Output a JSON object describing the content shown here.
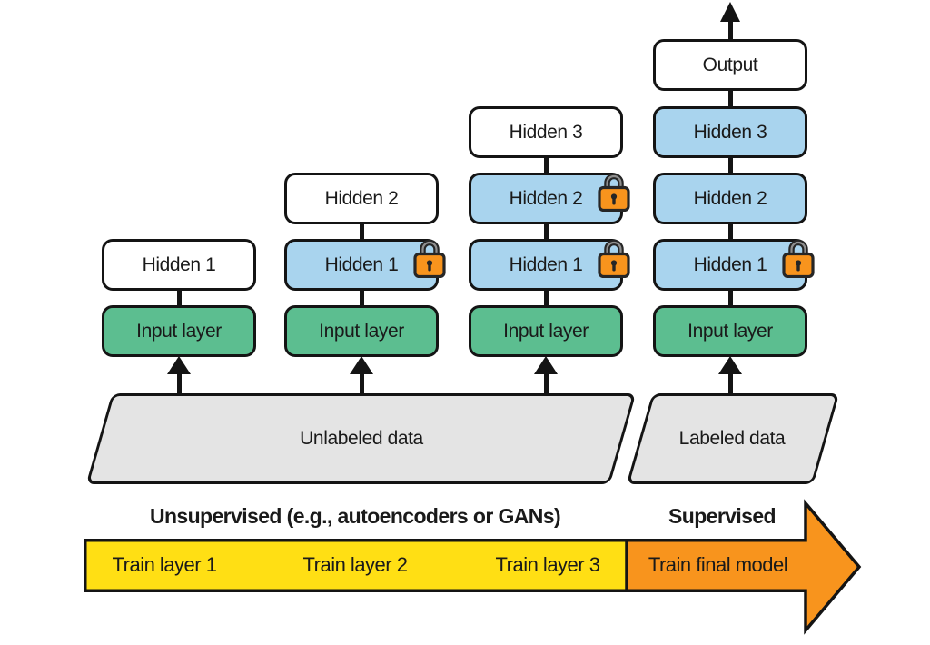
{
  "title": "Greedy layer-wise unsupervised pretraining diagram",
  "palette": {
    "outline": "#141414",
    "frozen_hidden_fill": "#A9D4EE",
    "input_layer_fill": "#5CBE90",
    "new_layer_fill": "#ffffff",
    "data_shape_fill": "#E4E4E4",
    "unsupervised_segment_fill": "#FFDF14",
    "supervised_segment_fill": "#F8941D",
    "lock_fill": "#F8941D",
    "text": "#1a1a1a"
  },
  "stages": [
    {
      "boxes": [
        {
          "label": "Hidden 1",
          "type": "new"
        },
        {
          "label": "Input layer",
          "type": "input"
        }
      ]
    },
    {
      "boxes": [
        {
          "label": "Hidden 2",
          "type": "new"
        },
        {
          "label": "Hidden 1",
          "type": "frozen",
          "locked": true
        },
        {
          "label": "Input layer",
          "type": "input"
        }
      ]
    },
    {
      "boxes": [
        {
          "label": "Hidden 3",
          "type": "new"
        },
        {
          "label": "Hidden 2",
          "type": "frozen",
          "locked": true
        },
        {
          "label": "Hidden 1",
          "type": "frozen",
          "locked": true
        },
        {
          "label": "Input layer",
          "type": "input"
        }
      ]
    },
    {
      "boxes": [
        {
          "label": "Output",
          "type": "new"
        },
        {
          "label": "Hidden 3",
          "type": "frozen"
        },
        {
          "label": "Hidden 2",
          "type": "frozen"
        },
        {
          "label": "Hidden 1",
          "type": "frozen",
          "locked": true
        },
        {
          "label": "Input layer",
          "type": "input"
        }
      ]
    }
  ],
  "data_sources": {
    "unlabeled": "Unlabeled data",
    "labeled": "Labeled data"
  },
  "phases": {
    "unsupervised": "Unsupervised (e.g., autoencoders or GANs)",
    "supervised": "Supervised"
  },
  "timeline": {
    "steps": [
      "Train layer 1",
      "Train layer 2",
      "Train layer 3",
      "Train final model"
    ]
  },
  "icons": {
    "lock": "lock-icon",
    "up_arrow": "up-arrow-icon"
  }
}
